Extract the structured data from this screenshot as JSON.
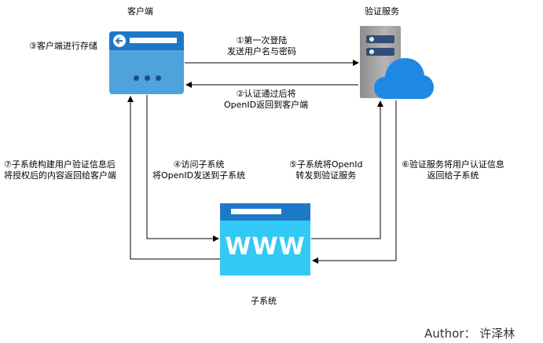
{
  "nodes": {
    "client_title": "客户端",
    "auth_title": "验证服务",
    "sub_title": "子系统",
    "www_text": "WWW"
  },
  "edges": {
    "step1_line1": "①第一次登陆",
    "step1_line2": "发送用户名与密码",
    "step2_line1": "②认证通过后将",
    "step2_line2": "OpenID返回到客户端",
    "step3": "③客户端进行存储",
    "step4_line1": "④访问子系统",
    "step4_line2": "将OpenID发送到子系统",
    "step5_line1": "⑤子系统将OpenId",
    "step5_line2": "转发到验证服务",
    "step6_line1": "⑥验证服务将用户认证信息",
    "step6_line2": "返回给子系统",
    "step7_line1": "⑦子系统构建用户验证信息后",
    "step7_line2": "将授权后的内容返回给客户端"
  },
  "author": "Author：  许泽林",
  "colors": {
    "client_window": "#4fa3dd",
    "client_bar": "#1b78c8",
    "subsystem": "#33c9f5",
    "cloud": "#1e88e5",
    "server": "#a0a0a0"
  }
}
